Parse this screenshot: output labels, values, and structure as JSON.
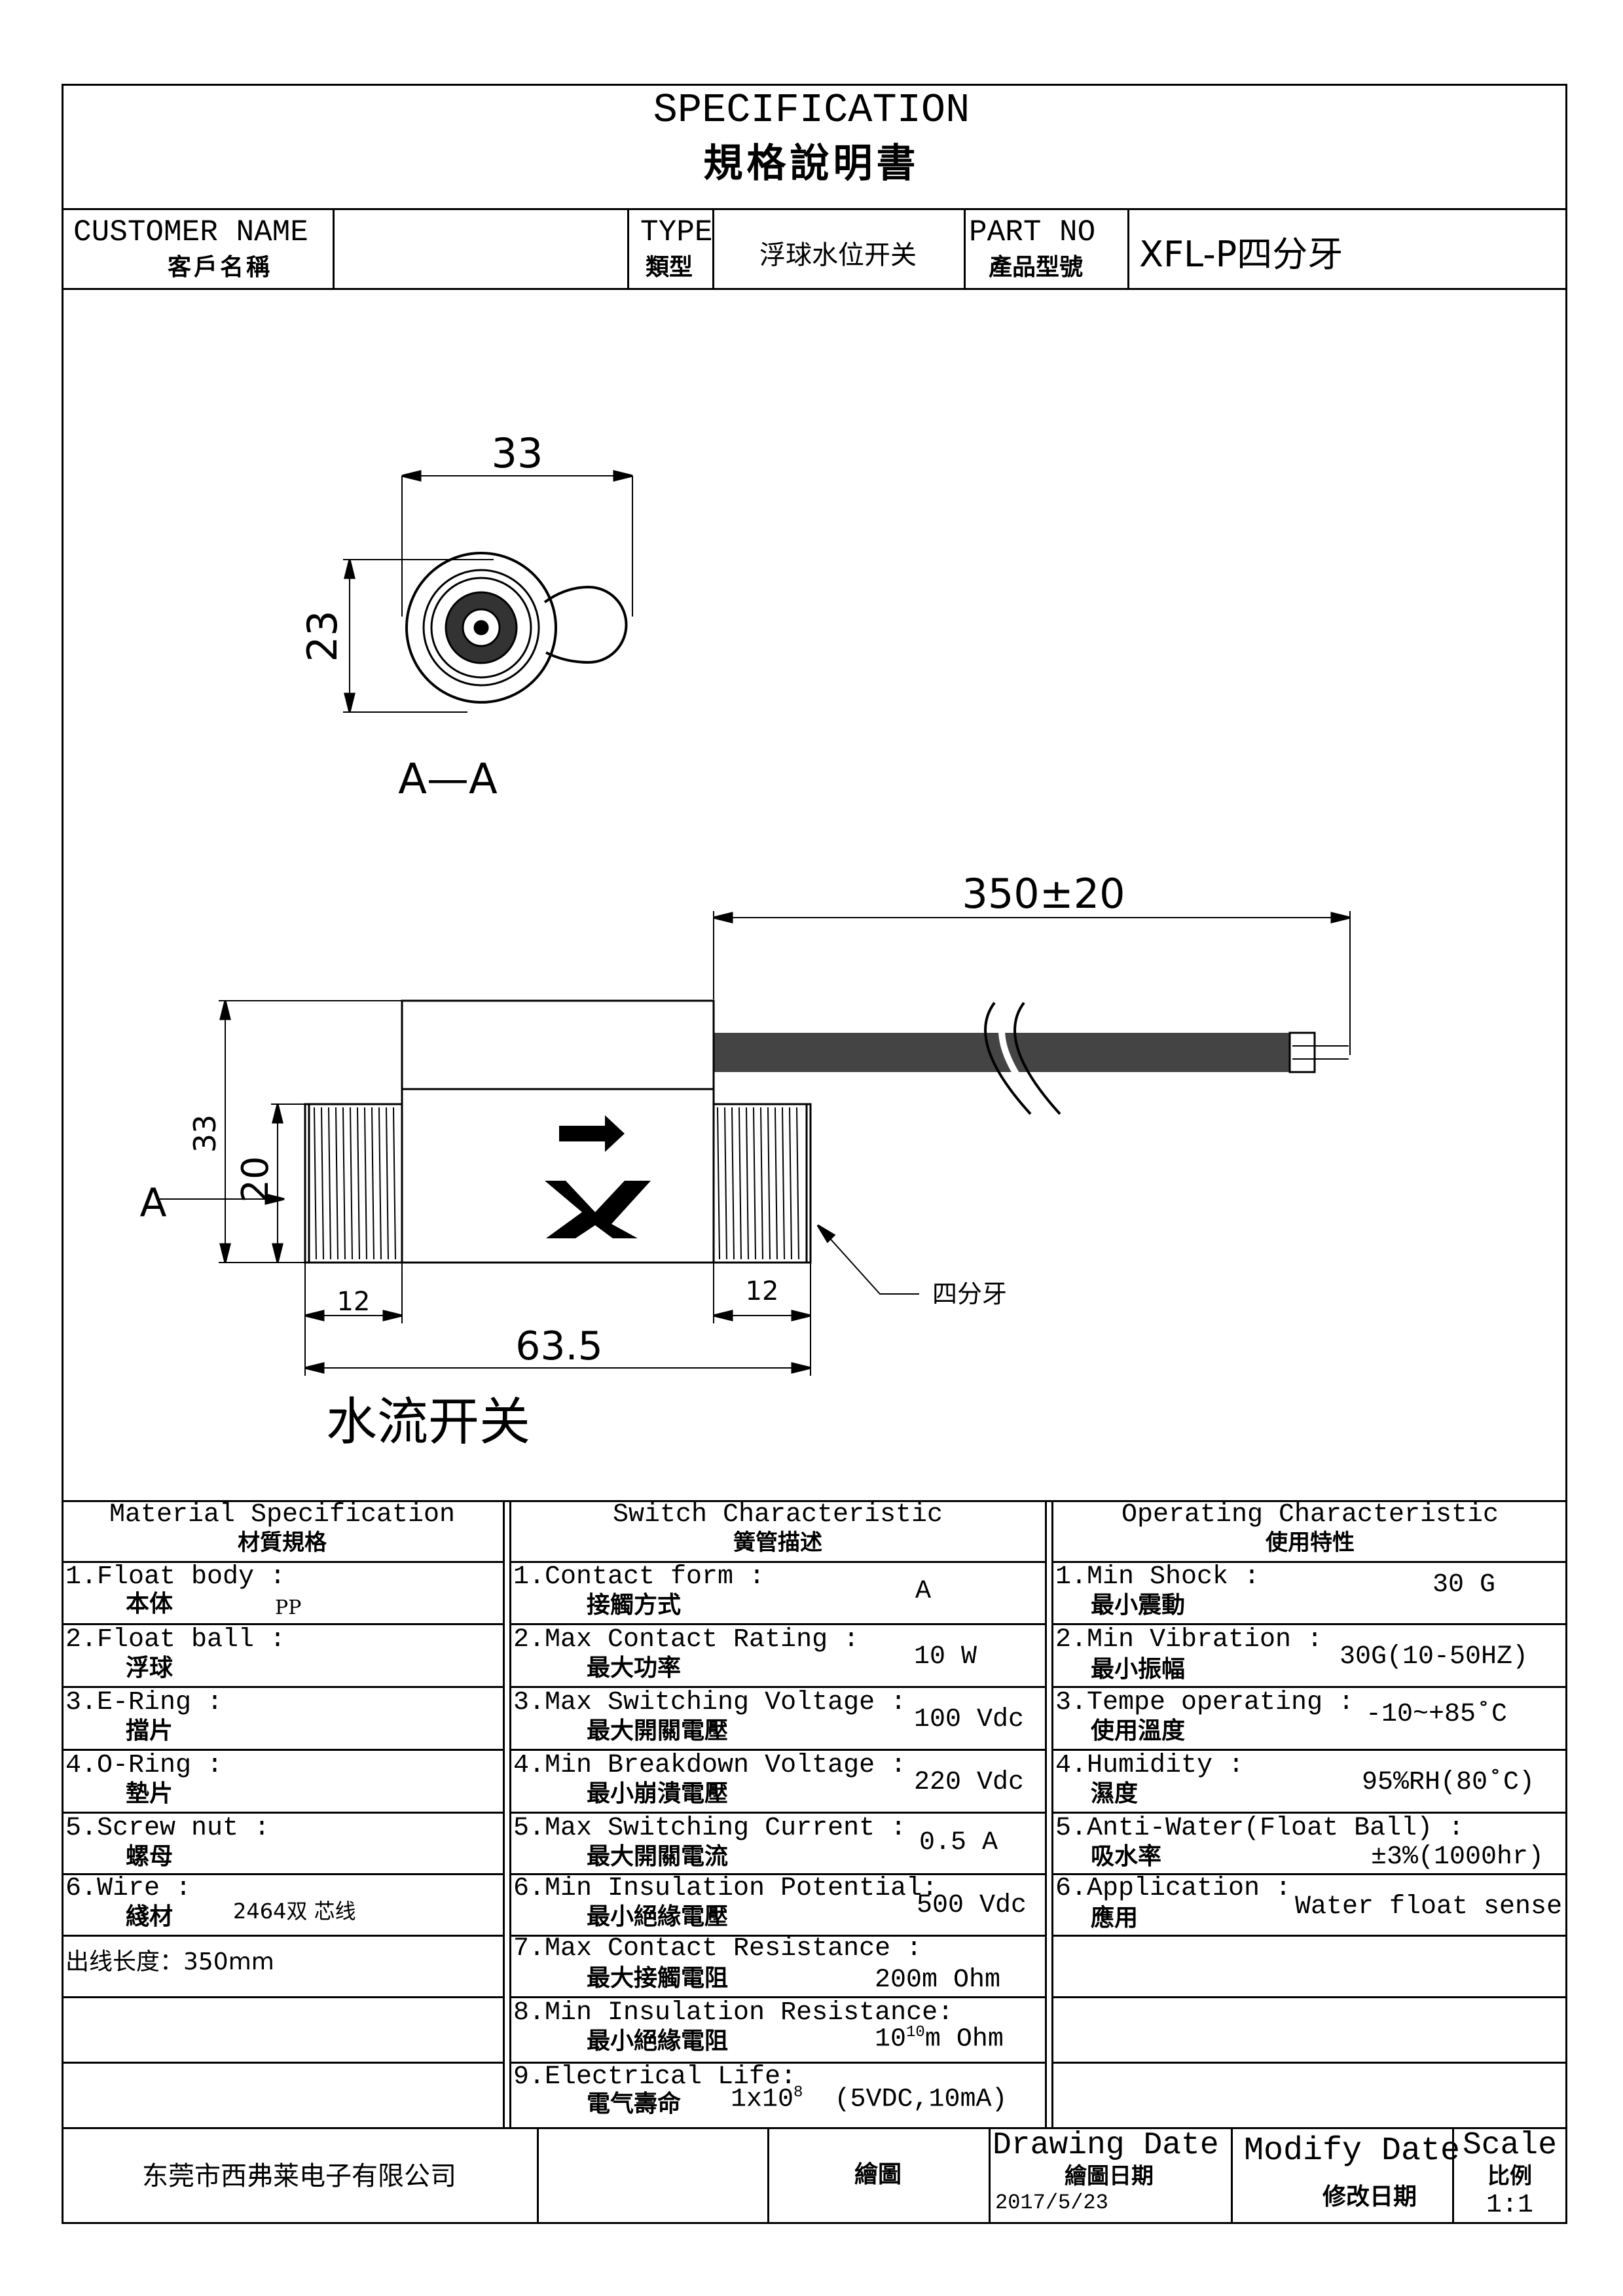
{
  "header": {
    "title_en": "SPECIFICATION",
    "title_cn": "規格說明書",
    "customer_label_en": "CUSTOMER NAME",
    "customer_label_cn": "客戶名稱",
    "customer_value": "",
    "type_label_en": "TYPE",
    "type_label_cn": "類型",
    "type_value": "浮球水位开关",
    "part_label_en": "PART NO",
    "part_label_cn": "產品型號",
    "part_value": "XFL-P四分牙"
  },
  "drawing": {
    "dim_top_width": "33",
    "dim_top_height": "23",
    "section_label": "A—A",
    "dim_cable": "350±20",
    "dim_body_height": "33",
    "dim_thread_height": "20",
    "section_marker": "A",
    "dim_left_thread": "12",
    "dim_right_thread": "12",
    "dim_total_length": "63.5",
    "thread_callout": "四分牙",
    "product_name": "水流开关"
  },
  "material": {
    "heading_en": "Material  Specification",
    "heading_cn": "材質規格",
    "rows": [
      {
        "en": "1.Float body :",
        "cn": "本体",
        "value": "PP"
      },
      {
        "en": "2.Float ball :",
        "cn": "浮球",
        "value": ""
      },
      {
        "en": "3.E-Ring :",
        "cn": "擋片",
        "value": ""
      },
      {
        "en": "4.O-Ring :",
        "cn": "墊片",
        "value": ""
      },
      {
        "en": "5.Screw nut :",
        "cn": "螺母",
        "value": ""
      },
      {
        "en": "6.Wire :",
        "cn": "綫材",
        "value": "2464双 芯线"
      }
    ],
    "extra": "出线长度：350mm"
  },
  "switch": {
    "heading_en": "Switch Characteristic",
    "heading_cn": "簧管描述",
    "rows": [
      {
        "en": "1.Contact form :",
        "cn": "接觸方式",
        "value": "A"
      },
      {
        "en": "2.Max Contact Rating :",
        "cn": "最大功率",
        "value": "10 W"
      },
      {
        "en": "3.Max Switching Voltage :",
        "cn": "最大開關電壓",
        "value": "100 Vdc"
      },
      {
        "en": "4.Min Breakdown Voltage :",
        "cn": "最小崩潰電壓",
        "value": "220 Vdc"
      },
      {
        "en": "5.Max Switching Current :",
        "cn": "最大開關電流",
        "value": "0.5 A"
      },
      {
        "en": "6.Min Insulation Potential:",
        "cn": "最小絕緣電壓",
        "value": "500 Vdc"
      },
      {
        "en": "7.Max Contact Resistance :",
        "cn": "最大接觸電阻",
        "value": "200m Ohm"
      },
      {
        "en": "8.Min Insulation Resistance:",
        "cn": "最小絕緣電阻",
        "value": "10",
        "value_sup": "10",
        "value_unit": "m Ohm"
      },
      {
        "en": "9.Electrical Life:",
        "cn": "電气壽命",
        "value": "1x10",
        "value_sup": "8",
        "value_unit": "(5VDC,10mA)"
      }
    ]
  },
  "operating": {
    "heading_en": "Operating Characteristic",
    "heading_cn": "使用特性",
    "rows": [
      {
        "en": "1.Min Shock :",
        "cn": "最小震動",
        "value": "30 G"
      },
      {
        "en": "2.Min Vibration :",
        "cn": "最小振幅",
        "value": "30G(10-50HZ)"
      },
      {
        "en": "3.Tempe operating :",
        "cn": "使用溫度",
        "value": "-10~+85˚C"
      },
      {
        "en": "4.Humidity :",
        "cn": "濕度",
        "value": "95%RH(80˚C)"
      },
      {
        "en": "5.Anti-Water(Float Ball) :",
        "cn": "吸水率",
        "value": "±3%(1000hr)"
      },
      {
        "en": "6.Application :",
        "cn": "應用",
        "value": "Water float sense"
      }
    ]
  },
  "footer": {
    "company": "东莞市西弗莱电子有限公司",
    "drawn_label": "繪圖",
    "drawing_date_en": "Drawing Date",
    "drawing_date_cn": "繪圖日期",
    "drawing_date_value": "2017/5/23",
    "modify_date_en": "Modify Date",
    "modify_date_cn": "修改日期",
    "scale_en": "Scale",
    "scale_cn": "比例",
    "scale_value": "1:1"
  }
}
